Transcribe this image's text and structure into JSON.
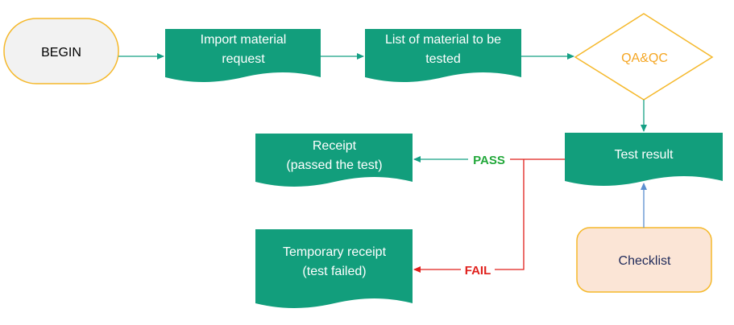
{
  "nodes": {
    "begin": "BEGIN",
    "import_request": [
      "Import material",
      "request"
    ],
    "list_material": [
      "List of material to be",
      "tested"
    ],
    "qaqc": "QA&QC",
    "test_result": "Test result",
    "receipt": [
      "Receipt",
      "(passed the test)"
    ],
    "temp_receipt": [
      "Temporary receipt",
      "(test failed)"
    ],
    "checklist": "Checklist"
  },
  "edges": {
    "pass_label": "PASS",
    "fail_label": "FAIL"
  },
  "colors": {
    "process_fill": "#129e7c",
    "decision_stroke": "#f5b82a",
    "decision_text": "#f5a623",
    "begin_fill": "#f2f2f2",
    "checklist_fill": "#fbe5d6",
    "checklist_text": "#1f2a5a",
    "connector": "#16a085",
    "pass": "#22a83a",
    "fail": "#e0201c",
    "checklist_arrow": "#5b8fd0"
  }
}
